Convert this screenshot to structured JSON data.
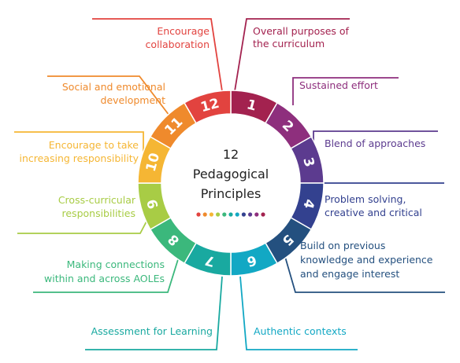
{
  "center": {
    "line1": "12",
    "line2": "Pedagogical",
    "line3": "Principles"
  },
  "principles": [
    {
      "num": "1",
      "label": [
        "Overall purposes of",
        "the curriculum"
      ],
      "color": "#a3224f"
    },
    {
      "num": "2",
      "label": [
        "Sustained effort"
      ],
      "color": "#8e2f7d"
    },
    {
      "num": "3",
      "label": [
        "Blend of approaches"
      ],
      "color": "#5c3b8f"
    },
    {
      "num": "4",
      "label": [
        "Problem solving,",
        "creative and critical"
      ],
      "color": "#33418f"
    },
    {
      "num": "5",
      "label": [
        "Build on previous",
        "knowledge and experience",
        "and engage interest"
      ],
      "color": "#24507f"
    },
    {
      "num": "6",
      "label": [
        "Authentic contexts"
      ],
      "color": "#12a8c4"
    },
    {
      "num": "7",
      "label": [
        "Assessment for Learning"
      ],
      "color": "#19a9a0"
    },
    {
      "num": "8",
      "label": [
        "Making connections",
        "within and across AOLEs"
      ],
      "color": "#3bb87c"
    },
    {
      "num": "9",
      "label": [
        "Cross-curricular",
        "responsibilities"
      ],
      "color": "#a8cc45"
    },
    {
      "num": "10",
      "label": [
        "Encourage to take",
        "increasing responsibility"
      ],
      "color": "#f5b634"
    },
    {
      "num": "11",
      "label": [
        "Social and emotional",
        "development"
      ],
      "color": "#ef8a2c"
    },
    {
      "num": "12",
      "label": [
        "Encourage",
        "collaboration"
      ],
      "color": "#e2433f"
    }
  ],
  "dots": [
    "#e2433f",
    "#ef8a2c",
    "#f5b634",
    "#a8cc45",
    "#3bb87c",
    "#19a9a0",
    "#12a8c4",
    "#33418f",
    "#5c3b8f",
    "#8e2f7d",
    "#a3224f"
  ]
}
